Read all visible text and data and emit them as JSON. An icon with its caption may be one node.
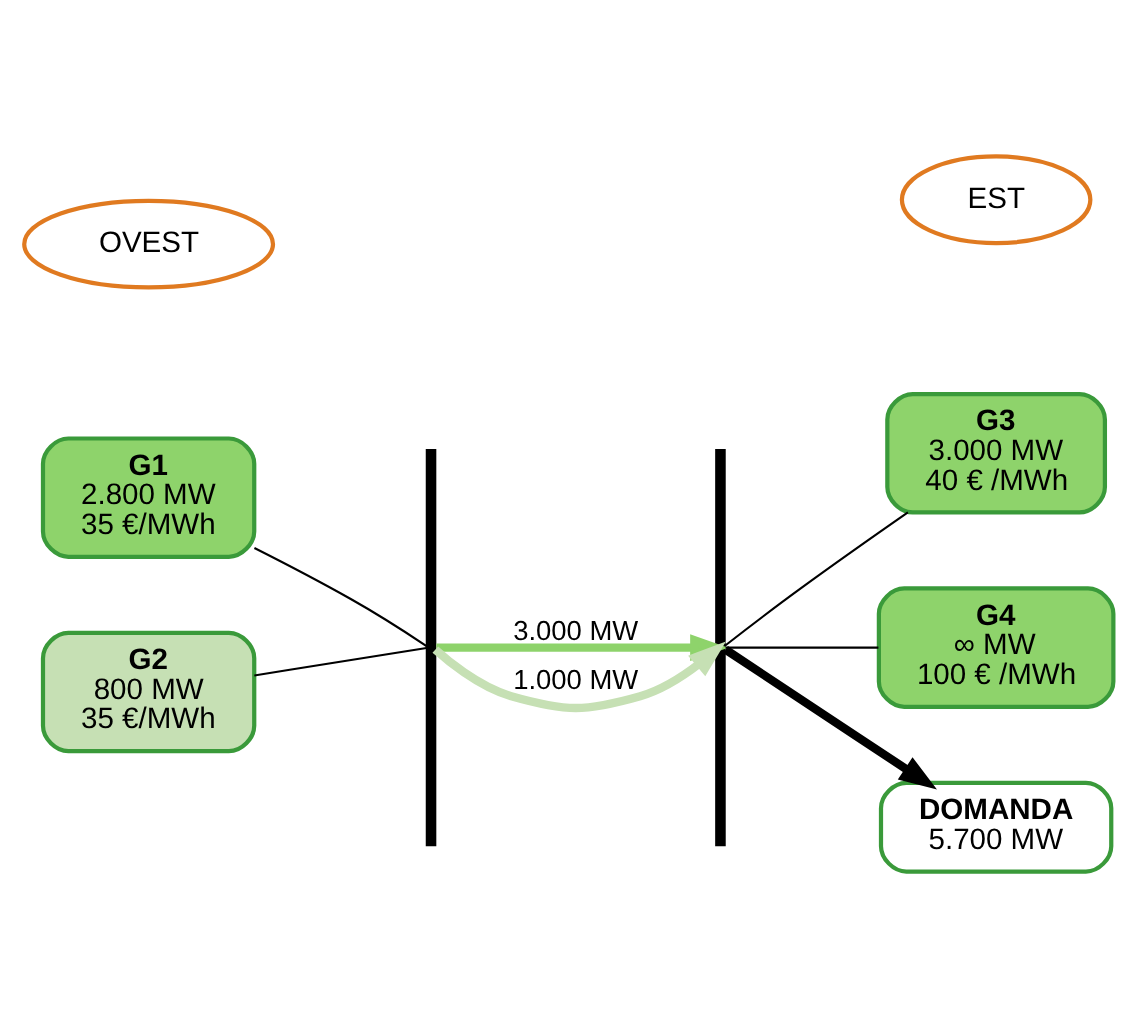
{
  "diagram": {
    "nodes": [
      {
        "text": [
          "OVEST"
        ]
      },
      {
        "text": [
          "EST"
        ]
      },
      {
        "text": [
          "G1",
          "2.800 MW",
          "35 €/MWh"
        ]
      },
      {
        "text": [],
        "shape": "bar"
      },
      {
        "text": [],
        "shape": "bar"
      },
      {
        "text": [
          "G3",
          "3.000 MW",
          "40 € /MWh"
        ]
      },
      {
        "text": [
          "G2",
          "800 MW",
          "35 €/MWh"
        ]
      },
      {
        "text": [
          "G4",
          "∞ MW",
          "100 € /MWh"
        ]
      },
      {
        "text": [
          "DOMANDA",
          "5.700 MW"
        ]
      }
    ],
    "edges": [
      {
        "from": 2,
        "to": 3,
        "arrow": "none"
      },
      {
        "from": 6,
        "to": 3,
        "arrow": "none"
      },
      {
        "from": 3,
        "to": 4,
        "arrow": "to",
        "label": "3.000 MW",
        "style": "thick",
        "color": "#8ed36b"
      },
      {
        "from": 3,
        "to": 4,
        "arrow": "to",
        "label": "1.000 MW",
        "style": "thick",
        "color": "#c6e0b4"
      },
      {
        "from": 4,
        "to": 5,
        "arrow": "none"
      },
      {
        "from": 4,
        "to": 7,
        "arrow": "none"
      },
      {
        "from": 4,
        "to": 8,
        "arrow": "to",
        "style": "thick"
      }
    ]
  }
}
